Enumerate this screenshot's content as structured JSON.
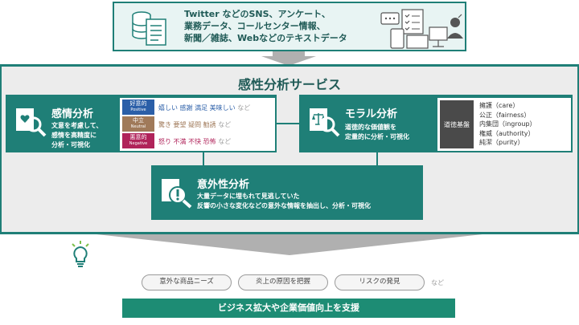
{
  "input": {
    "lines": [
      "Twitter などのSNS、アンケート、",
      "業務データ、コールセンター情報、",
      "新聞／雑誌、Webなどのテキストデータ"
    ]
  },
  "service": {
    "title": "感性分析サービス"
  },
  "emotion": {
    "title": "感情分析",
    "desc": [
      "文意を考慮して、",
      "感情を高精度に",
      "分析・可視化"
    ],
    "rows": [
      {
        "tag": "好意的",
        "sub": "Positive",
        "color": "#2b5fa8",
        "words": "嬉しい 感謝 満足 美味しい",
        "wordcolor": "#2b5fa8"
      },
      {
        "tag": "中立",
        "sub": "Neutral",
        "color": "#a07a5a",
        "words": "驚き 要望 疑問 勧誘",
        "wordcolor": "#a07a5a"
      },
      {
        "tag": "悪意的",
        "sub": "Negative",
        "color": "#b0235a",
        "words": "怒り 不満 不快 恐怖",
        "wordcolor": "#b0235a"
      }
    ],
    "etc": "など"
  },
  "moral": {
    "title": "モラル分析",
    "desc": [
      "道徳的な価値観を",
      "定量的に分析・可視化"
    ],
    "base": "道徳基盤",
    "items": [
      "擁護（care）",
      "公正（fairness）",
      "内集団（ingroup）",
      "権威（authority）",
      "純潔（purity）"
    ]
  },
  "unexpected": {
    "title": "意外性分析",
    "desc": [
      "大量データに埋もれて見逃していた",
      "反響の小さな変化などの意外な情報を抽出し、分析・可視化"
    ]
  },
  "outcomes": {
    "pills": [
      "意外な商品ニーズ",
      "炎上の原因を把握",
      "リスクの発見"
    ],
    "etc": "など"
  },
  "bottom": {
    "label": "ビジネス拡大や企業価値向上を支援"
  },
  "colors": {
    "teal": "#1f7f77",
    "green": "#1d8c74",
    "panel": "#ececec"
  }
}
